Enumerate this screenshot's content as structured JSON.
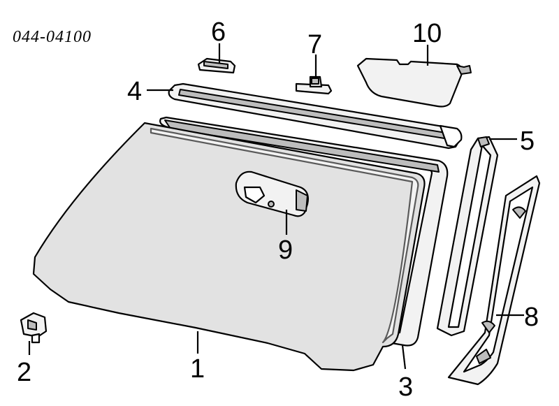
{
  "diagram": {
    "document_code": "044-04100",
    "callouts": [
      {
        "id": "1",
        "label": "1"
      },
      {
        "id": "2",
        "label": "2"
      },
      {
        "id": "3",
        "label": "3"
      },
      {
        "id": "4",
        "label": "4"
      },
      {
        "id": "5",
        "label": "5"
      },
      {
        "id": "6",
        "label": "6"
      },
      {
        "id": "7",
        "label": "7"
      },
      {
        "id": "8",
        "label": "8"
      },
      {
        "id": "9",
        "label": "9"
      },
      {
        "id": "10",
        "label": "10"
      }
    ]
  }
}
